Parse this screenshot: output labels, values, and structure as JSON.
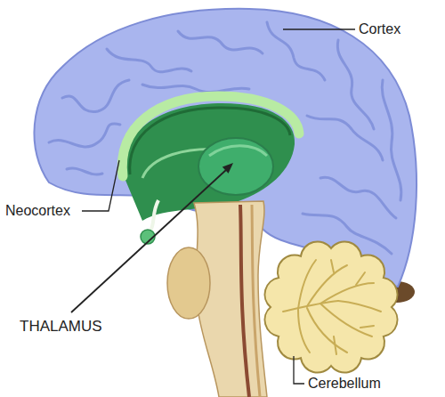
{
  "diagram": {
    "labels": [
      "Cortex",
      "Neocortex",
      "THALAMUS",
      "Cerebellum"
    ]
  }
}
